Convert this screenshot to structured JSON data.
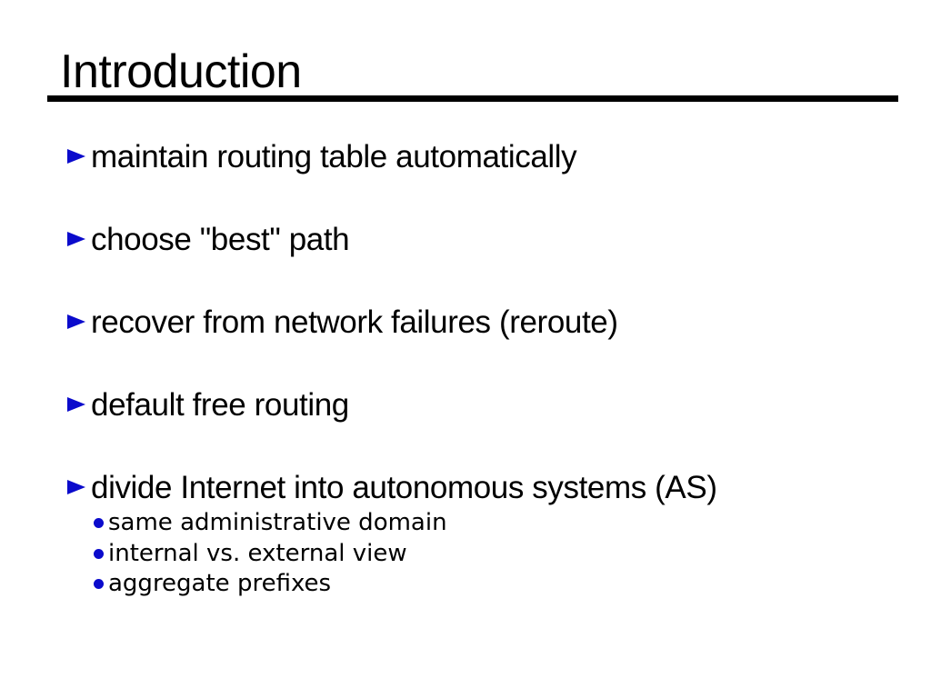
{
  "slide": {
    "title": "Introduction",
    "bullets": [
      {
        "label": "maintain routing table automatically"
      },
      {
        "label": "choose \"best\" path"
      },
      {
        "label": "recover from network failures (reroute)"
      },
      {
        "label": "default free routing"
      },
      {
        "label": "divide Internet into autonomous systems (AS)",
        "sub": [
          "same administrative domain",
          "internal vs. external view",
          "aggregate prefixes"
        ]
      }
    ],
    "colors": {
      "background": "#ffffff",
      "text": "#000000",
      "rule": "#000000",
      "bullet_marker": "#0b0bcc"
    }
  }
}
